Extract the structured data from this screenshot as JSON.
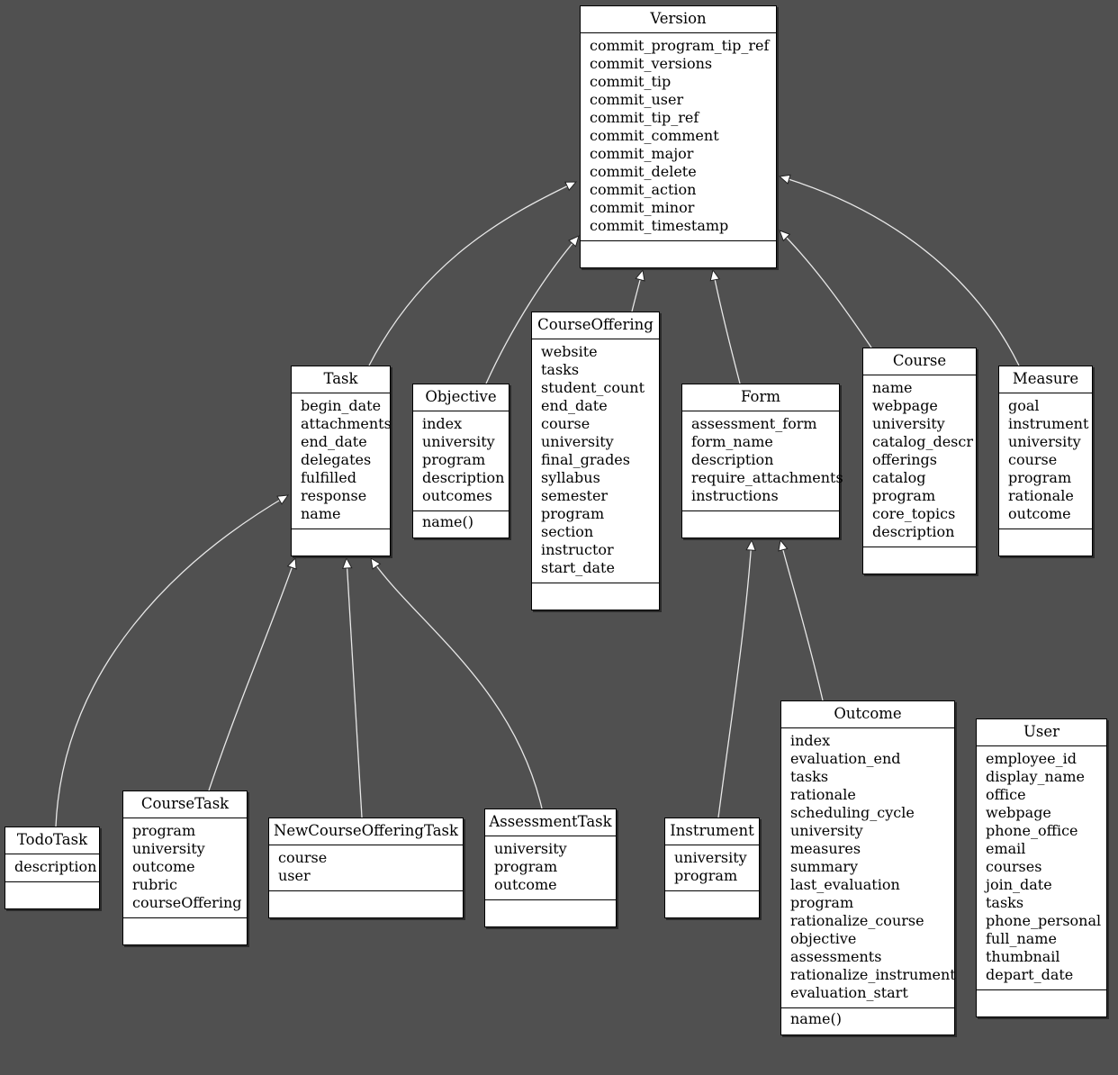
{
  "diagram": {
    "background": "#505050",
    "classes": [
      {
        "id": "version",
        "name": "Version",
        "attributes": [
          "commit_program_tip_ref",
          "commit_versions",
          "commit_tip",
          "commit_user",
          "commit_tip_ref",
          "commit_comment",
          "commit_major",
          "commit_delete",
          "commit_action",
          "commit_minor",
          "commit_timestamp"
        ],
        "operations": []
      },
      {
        "id": "task",
        "name": "Task",
        "attributes": [
          "begin_date",
          "attachments",
          "end_date",
          "delegates",
          "fulfilled",
          "response",
          "name"
        ],
        "operations": []
      },
      {
        "id": "objective",
        "name": "Objective",
        "attributes": [
          "index",
          "university",
          "program",
          "description",
          "outcomes"
        ],
        "operations": [
          "name()"
        ]
      },
      {
        "id": "courseoffering",
        "name": "CourseOffering",
        "attributes": [
          "website",
          "tasks",
          "student_count",
          "end_date",
          "course",
          "university",
          "final_grades",
          "syllabus",
          "semester",
          "program",
          "section",
          "instructor",
          "start_date"
        ],
        "operations": []
      },
      {
        "id": "form",
        "name": "Form",
        "attributes": [
          "assessment_form",
          "form_name",
          "description",
          "require_attachments",
          "instructions"
        ],
        "operations": []
      },
      {
        "id": "course",
        "name": "Course",
        "attributes": [
          "name",
          "webpage",
          "university",
          "catalog_descr",
          "offerings",
          "catalog",
          "program",
          "core_topics",
          "description"
        ],
        "operations": []
      },
      {
        "id": "measure",
        "name": "Measure",
        "attributes": [
          "goal",
          "instrument",
          "university",
          "course",
          "program",
          "rationale",
          "outcome"
        ],
        "operations": []
      },
      {
        "id": "todotask",
        "name": "TodoTask",
        "attributes": [
          "description"
        ],
        "operations": []
      },
      {
        "id": "coursetask",
        "name": "CourseTask",
        "attributes": [
          "program",
          "university",
          "outcome",
          "rubric",
          "courseOffering"
        ],
        "operations": []
      },
      {
        "id": "newcourseofferingtask",
        "name": "NewCourseOfferingTask",
        "attributes": [
          "course",
          "user"
        ],
        "operations": []
      },
      {
        "id": "assessmenttask",
        "name": "AssessmentTask",
        "attributes": [
          "university",
          "program",
          "outcome"
        ],
        "operations": []
      },
      {
        "id": "instrument",
        "name": "Instrument",
        "attributes": [
          "university",
          "program"
        ],
        "operations": []
      },
      {
        "id": "outcome",
        "name": "Outcome",
        "attributes": [
          "index",
          "evaluation_end",
          "tasks",
          "rationale",
          "scheduling_cycle",
          "university",
          "measures",
          "summary",
          "last_evaluation",
          "program",
          "rationalize_course",
          "objective",
          "assessments",
          "rationalize_instrument",
          "evaluation_start"
        ],
        "operations": [
          "name()"
        ]
      },
      {
        "id": "user",
        "name": "User",
        "attributes": [
          "employee_id",
          "display_name",
          "office",
          "webpage",
          "phone_office",
          "email",
          "courses",
          "join_date",
          "tasks",
          "phone_personal",
          "full_name",
          "thumbnail",
          "depart_date"
        ],
        "operations": []
      }
    ],
    "generalizations": [
      {
        "from": "task",
        "to": "version"
      },
      {
        "from": "objective",
        "to": "version"
      },
      {
        "from": "courseoffering",
        "to": "version"
      },
      {
        "from": "form",
        "to": "version"
      },
      {
        "from": "course",
        "to": "version"
      },
      {
        "from": "measure",
        "to": "version"
      },
      {
        "from": "todotask",
        "to": "task"
      },
      {
        "from": "coursetask",
        "to": "task"
      },
      {
        "from": "newcourseofferingtask",
        "to": "task"
      },
      {
        "from": "assessmenttask",
        "to": "task"
      },
      {
        "from": "instrument",
        "to": "form"
      },
      {
        "from": "outcome",
        "to": "form"
      }
    ]
  }
}
